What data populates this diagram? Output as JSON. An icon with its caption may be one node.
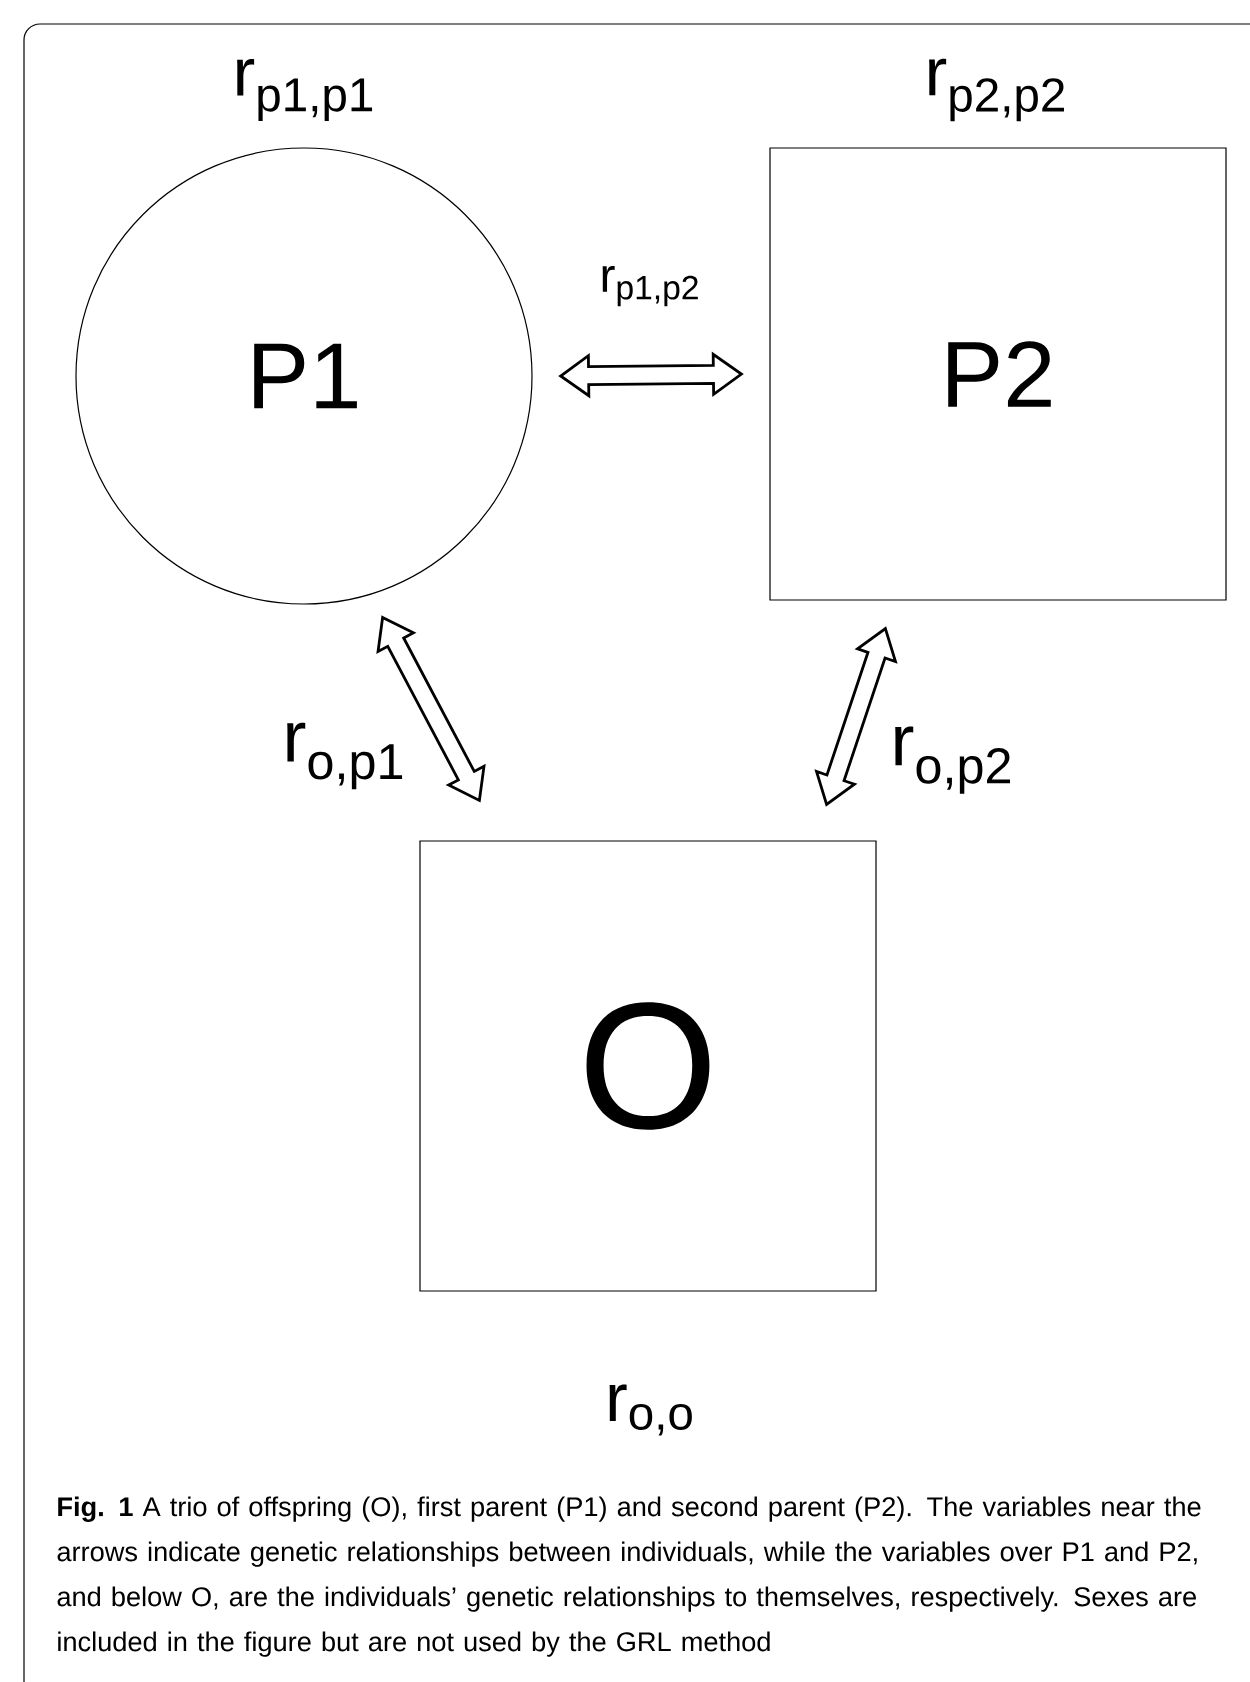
{
  "diagram": {
    "nodes": [
      {
        "text": [
          "P1"
        ],
        "beside": [
          "r$_{p1,p1}$"
        ]
      },
      {
        "text": [
          "P2"
        ],
        "beside": [
          "r$_{p2,p2}$"
        ]
      },
      {
        "text": [
          "O"
        ],
        "beside": [
          "r$_{o,o}$"
        ]
      }
    ],
    "edges": [
      {
        "from": 0,
        "to": 1,
        "arrow": "both",
        "label": "r$_{p1,p2}$"
      },
      {
        "from": 0,
        "to": 2,
        "arrow": "both",
        "label": "r$_{o,p1}$"
      },
      {
        "from": 1,
        "to": 2,
        "arrow": "both",
        "label": "r$_{o,p2}$"
      }
    ],
    "caption": "**Fig. 1** A trio of offspring (O), first parent (P1) and second parent (P2). The variables near the arrows indicate genetic relationships between individuals, while the variables over P1 and P2, and below O, are the individuals’ genetic relationships to themselves, respectively. Sexes are included in the figure but are not used by the GRL method"
  }
}
